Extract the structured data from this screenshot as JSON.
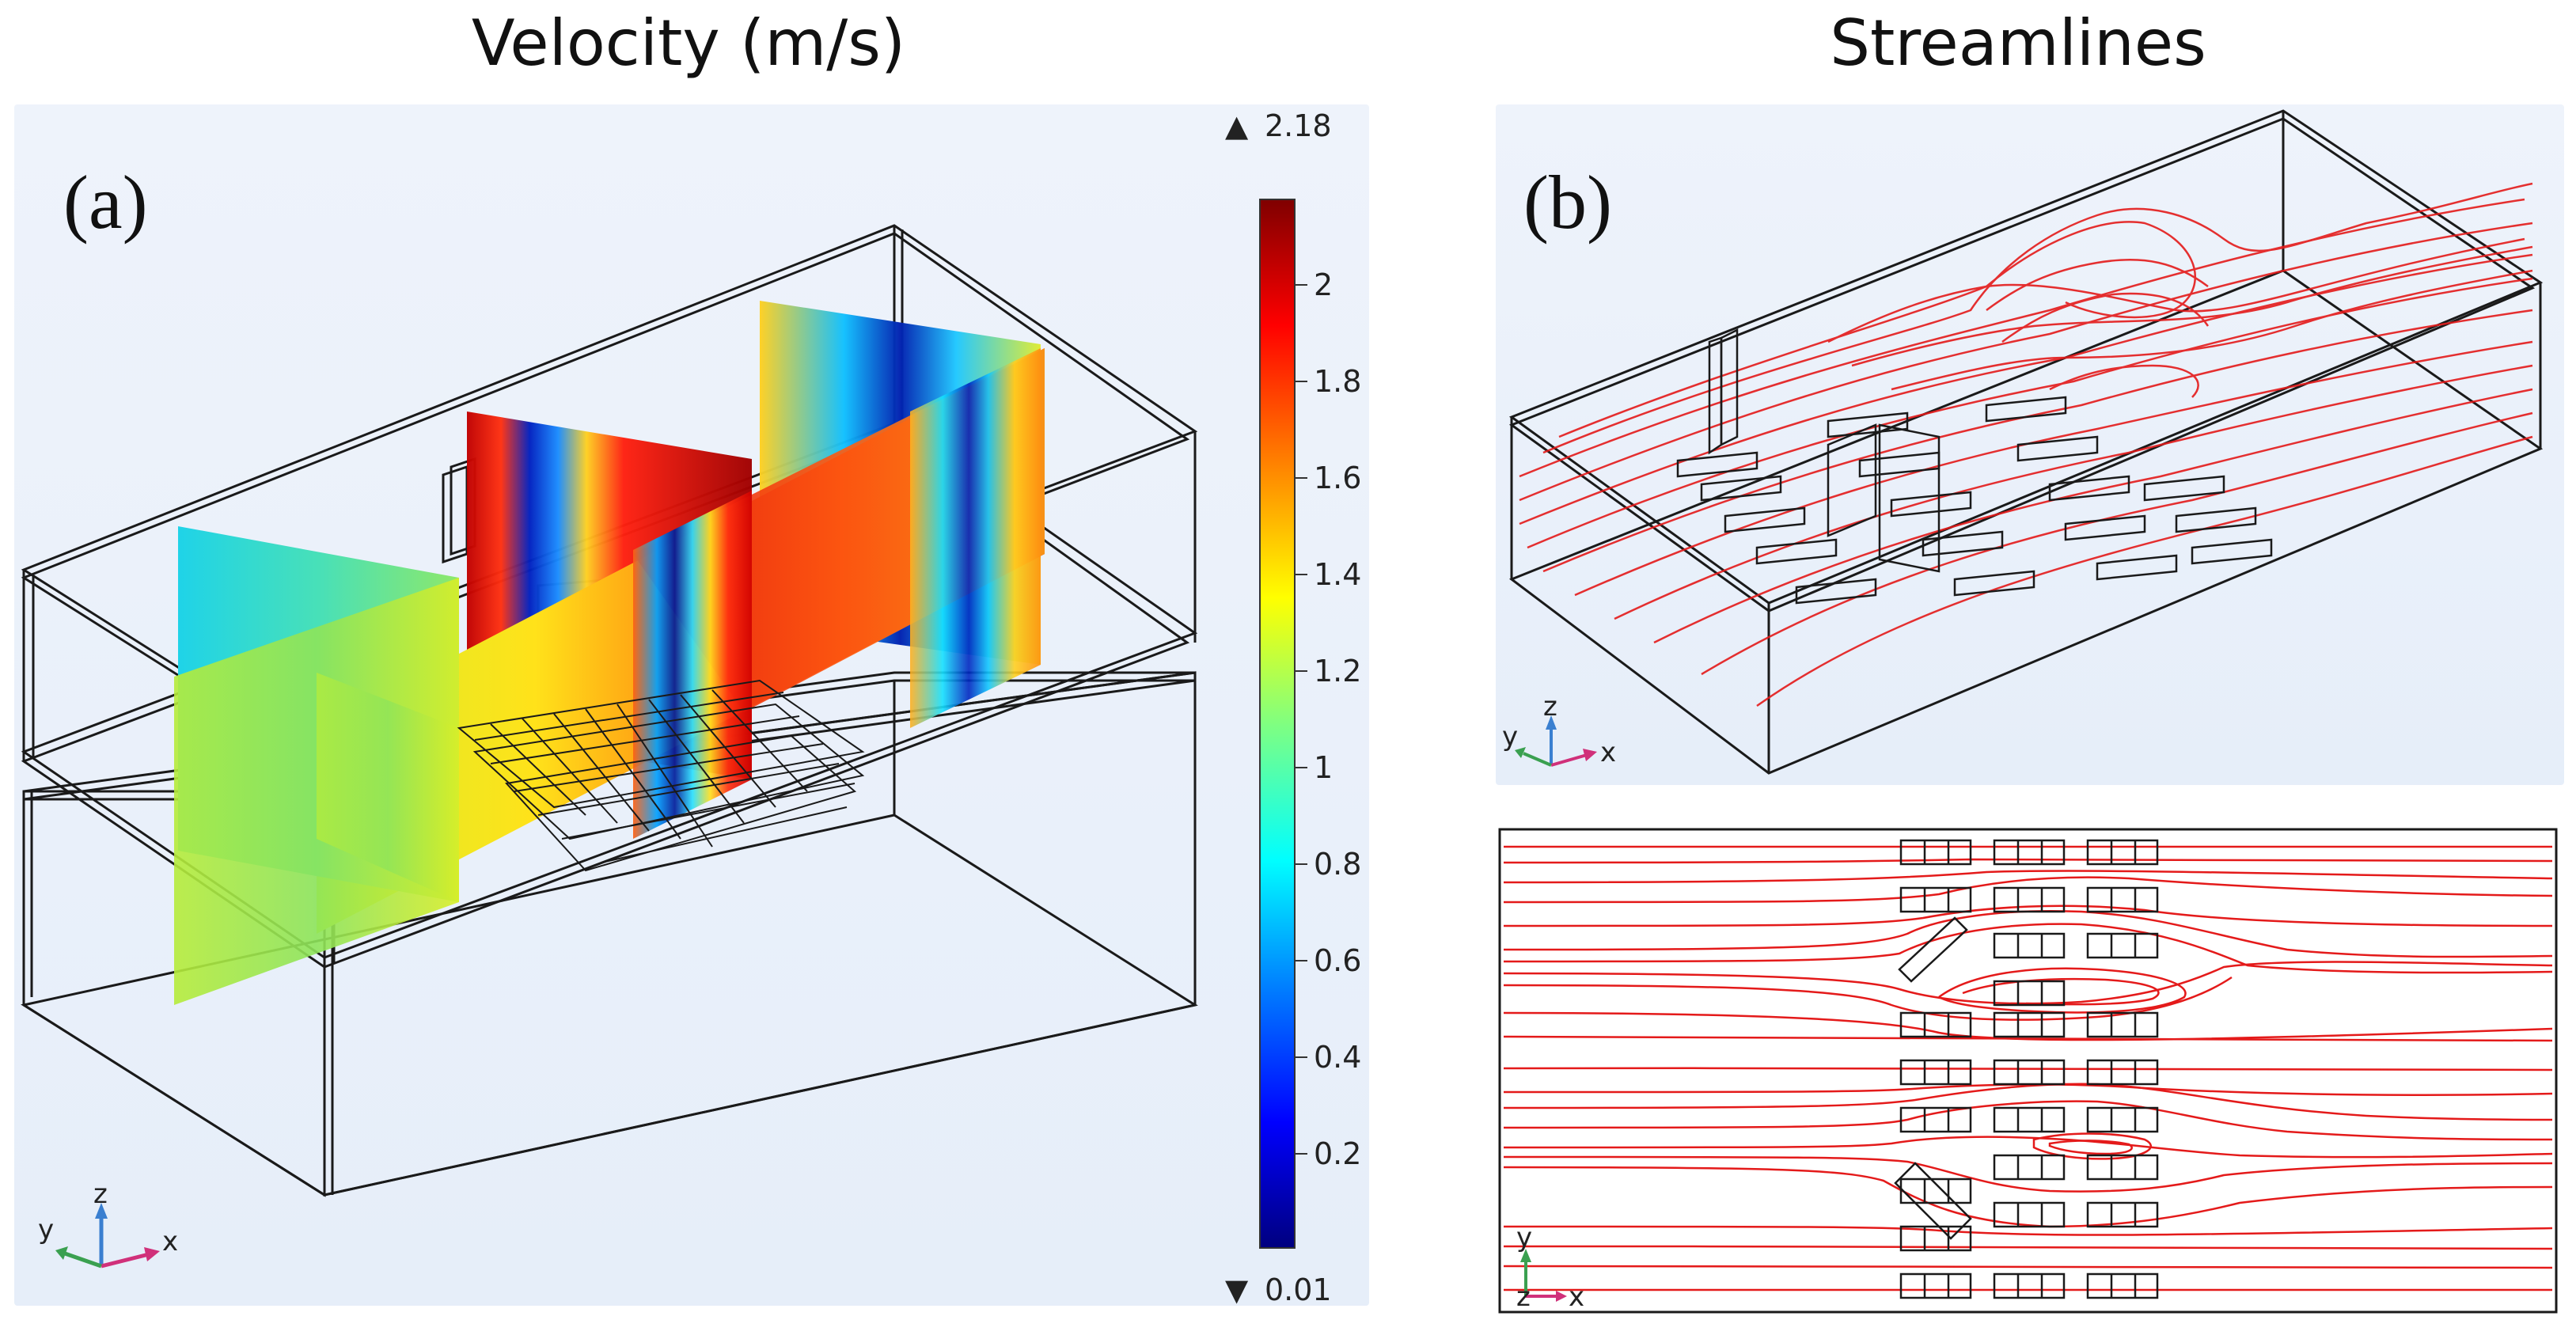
{
  "panel_a": {
    "title": "Velocity (m/s)",
    "label": "(a)",
    "colorbar": {
      "max_label": "2.18",
      "min_label": "0.01",
      "max_marker": "▲",
      "min_marker": "▼",
      "ticks": [
        "2",
        "1.8",
        "1.6",
        "1.4",
        "1.2",
        "1",
        "0.8",
        "0.6",
        "0.4",
        "0.2"
      ],
      "colors": [
        "#00007f",
        "#0000ff",
        "#0080ff",
        "#00ffff",
        "#80ff80",
        "#ffff00",
        "#ff8000",
        "#ff0000",
        "#7f0000"
      ]
    },
    "axes": {
      "x": "x",
      "y": "y",
      "z": "z"
    }
  },
  "panel_b": {
    "title": "Streamlines",
    "label": "(b)",
    "top_axes": {
      "x": "x",
      "y": "y",
      "z": "z"
    },
    "bottom_axes": {
      "x": "x",
      "y": "y",
      "z": "z"
    },
    "streamline_color": "#e41a1a"
  }
}
